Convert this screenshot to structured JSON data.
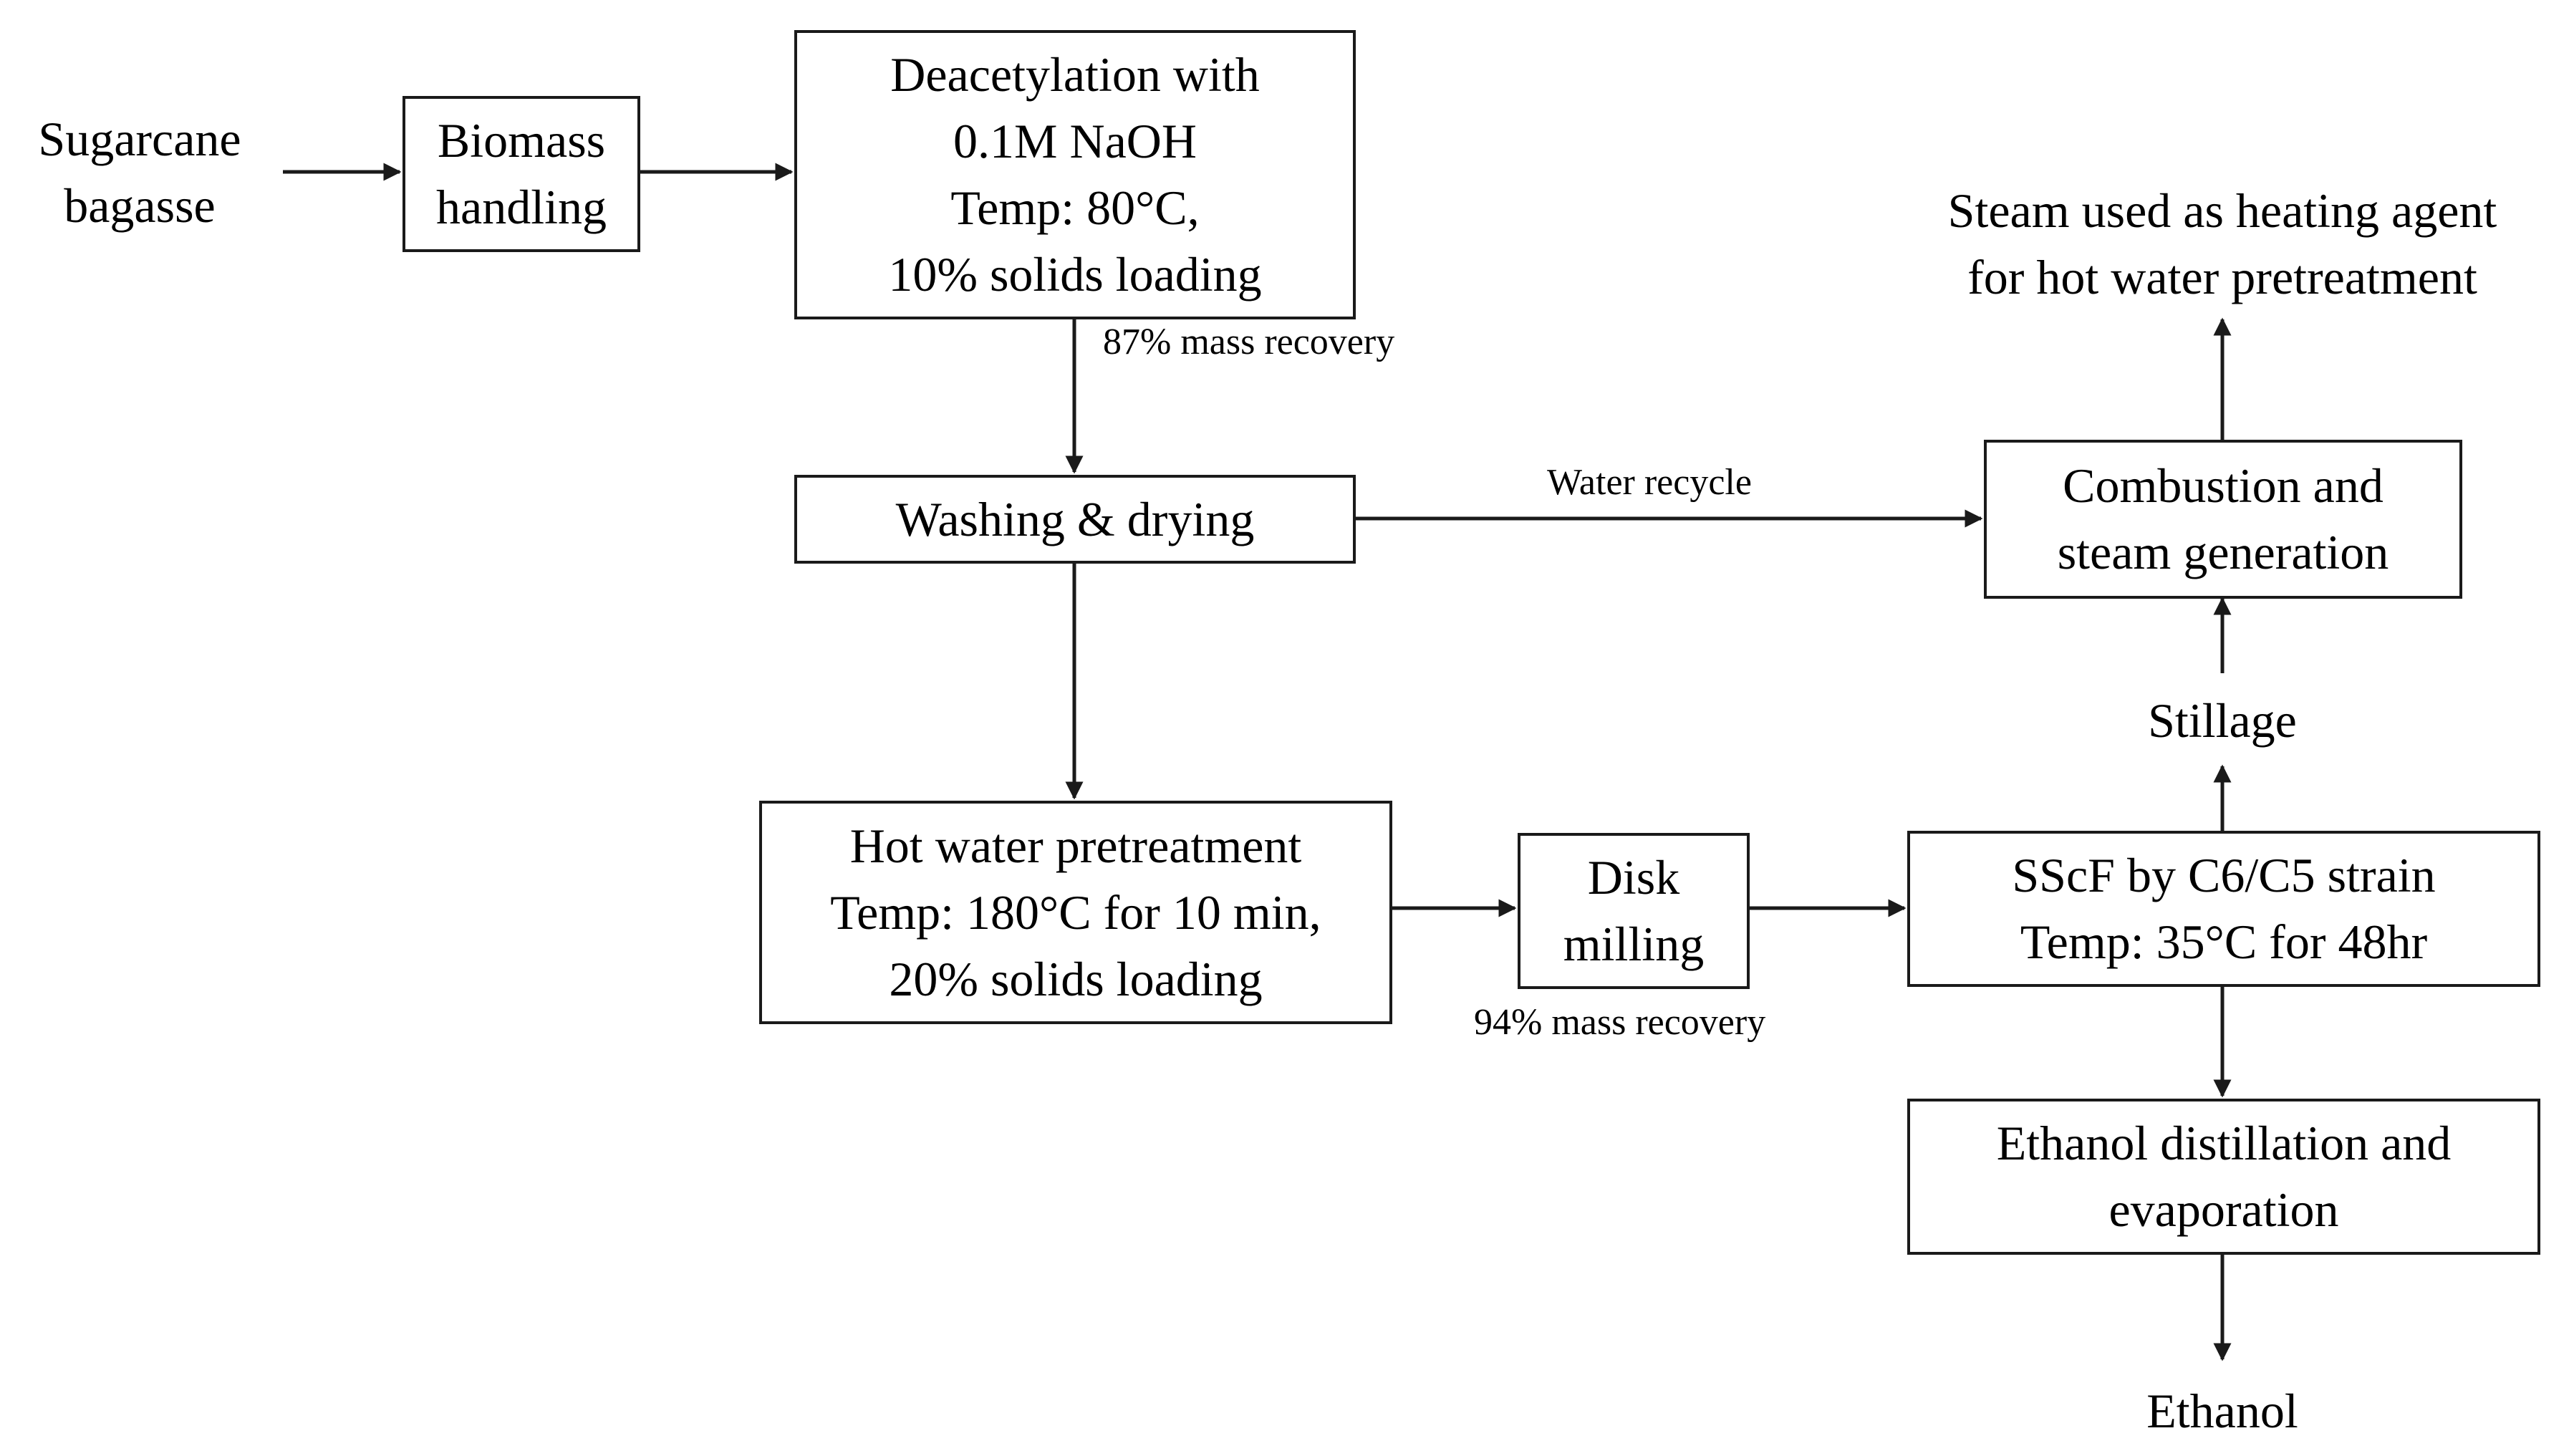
{
  "nodes": {
    "sugarcane": {
      "lines": [
        "Sugarcane",
        "bagasse"
      ]
    },
    "biomass": {
      "lines": [
        "Biomass",
        "handling"
      ]
    },
    "deacetylation": {
      "lines": [
        "Deacetylation with",
        "0.1M NaOH",
        "Temp: 80°C,",
        "10% solids loading"
      ]
    },
    "washing": {
      "lines": [
        "Washing & drying"
      ]
    },
    "hotwater": {
      "lines": [
        "Hot water pretreatment",
        "Temp: 180°C for 10 min,",
        "20% solids loading"
      ]
    },
    "disk": {
      "lines": [
        "Disk",
        "milling"
      ]
    },
    "sscf": {
      "lines": [
        "SScF by C6/C5 strain",
        "Temp: 35°C for 48hr"
      ]
    },
    "distillation": {
      "lines": [
        "Ethanol distillation and",
        "evaporation"
      ]
    },
    "ethanol": {
      "lines": [
        "Ethanol"
      ]
    },
    "stillage": {
      "lines": [
        "Stillage"
      ]
    },
    "combustion": {
      "lines": [
        "Combustion and",
        "steam generation"
      ]
    },
    "steam": {
      "lines": [
        "Steam used as heating agent",
        "for hot water pretreatment"
      ]
    }
  },
  "edge_labels": {
    "deacetylation_recovery": "87% mass recovery",
    "water_recycle": "Water recycle",
    "disk_recovery": "94% mass recovery"
  },
  "colors": {
    "stroke": "#1a1a1a",
    "text": "#000000",
    "background": "#ffffff"
  }
}
